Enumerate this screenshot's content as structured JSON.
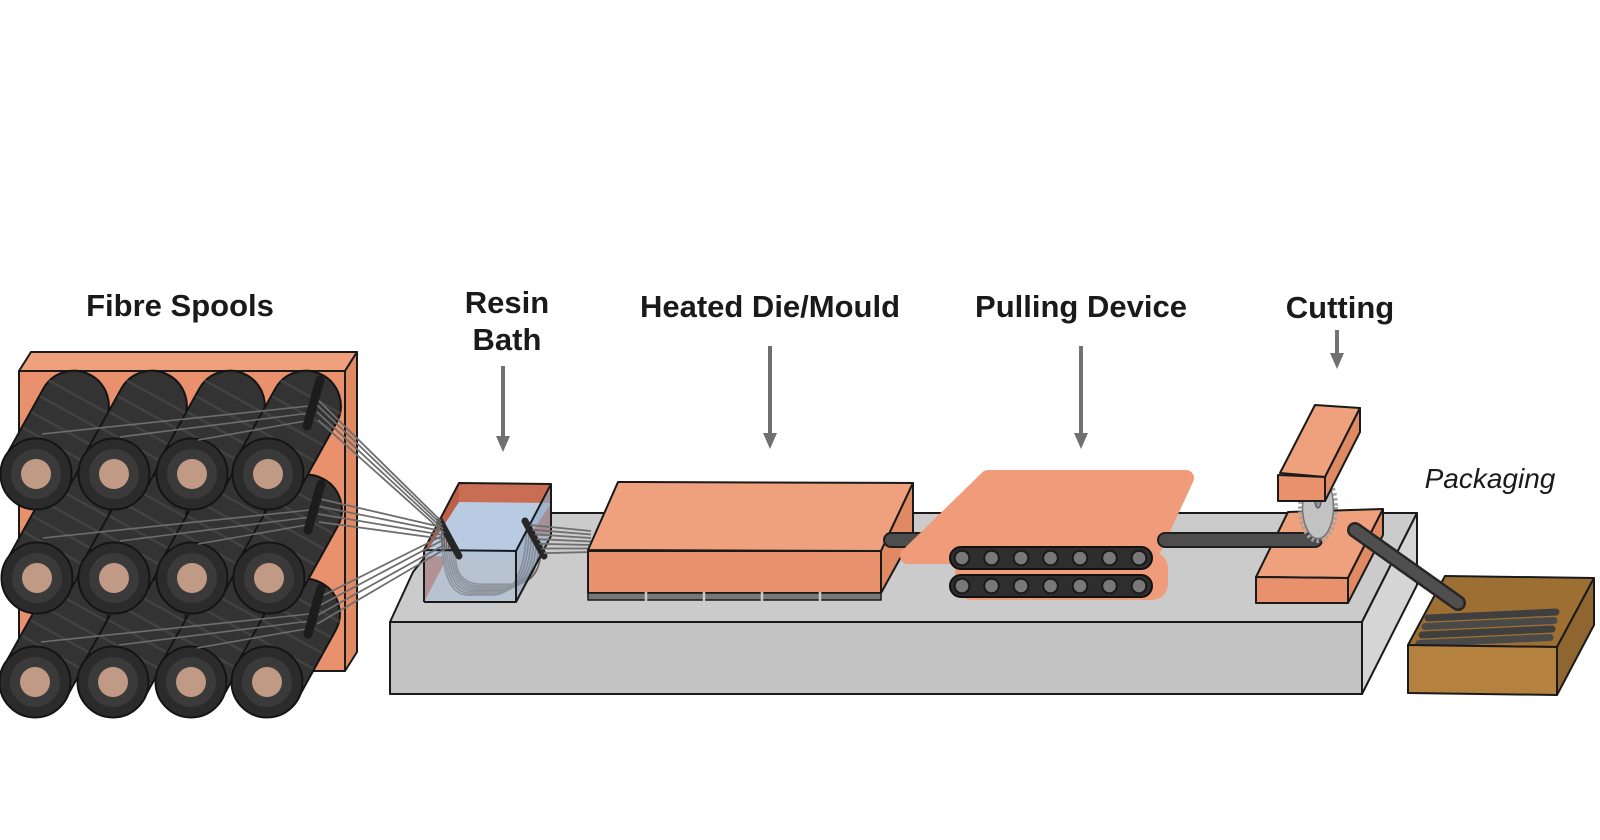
{
  "stations": {
    "fibre_spools": {
      "label": "Fibre Spools"
    },
    "resin_bath": {
      "label_line1": "Resin",
      "label_line2": "Bath"
    },
    "heated_die": {
      "label": "Heated Die/Mould"
    },
    "pulling_device": {
      "label": "Pulling Device"
    },
    "cutting": {
      "label": "Cutting"
    },
    "packaging": {
      "label": "Packaging"
    }
  },
  "colors": {
    "background": "#ffffff",
    "salmon": "#E8916C",
    "salmon_light": "#F09B79",
    "salmon_top": "#EFA07C",
    "salmon_side": "#E08A63",
    "terracotta_wall": "#C96E54",
    "terracotta_wall_dark": "#BD6048",
    "resin_blue": "#A8BDD6",
    "resin_blue_light": "#B9CBE2",
    "table_top": "#CBCBCB",
    "table_front": "#C3C3C3",
    "table_side": "#D5D5D5",
    "spool_dark": "#333333",
    "spool_core": "#C09A84",
    "rod_gray": "#4D4D4D",
    "track_dark": "#2E2E2E",
    "box_brown": "#B5813F",
    "box_brown_dark": "#8F6530",
    "box_interior": "#9E6F33",
    "thread_gray": "#6E6E6E",
    "arrow_gray": "#707070",
    "outline": "#1A1A1A",
    "blade_gray": "#C2C2C2",
    "label_text": "#1A1A1A"
  }
}
